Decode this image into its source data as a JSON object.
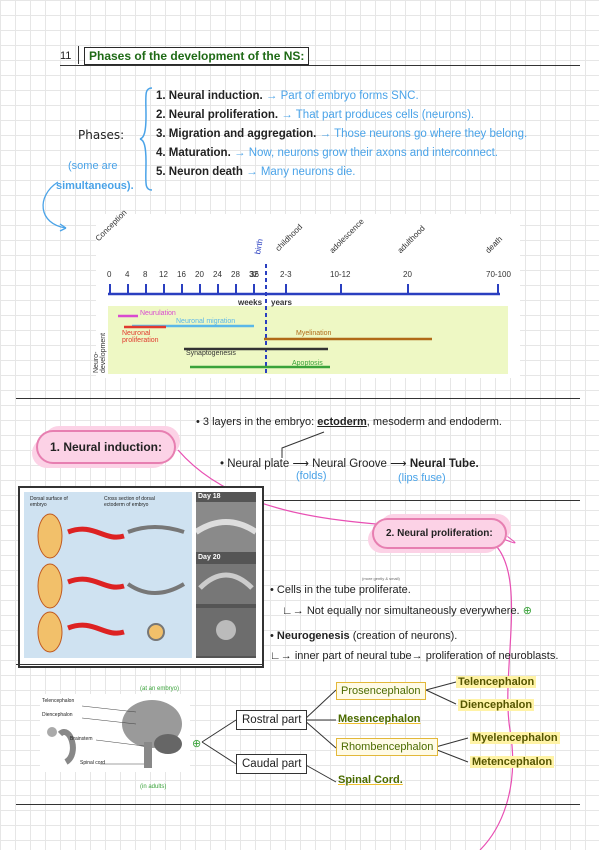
{
  "header": {
    "page_number": "11",
    "title": "Phases of the development of the NS:"
  },
  "phases": {
    "label": "Phases:",
    "note_line1": "(some are",
    "note_line2": "simultaneous).",
    "items": [
      {
        "num": "1.",
        "name": "Neural induction.",
        "arrow": "→",
        "desc": "Part of embryo forms SNC."
      },
      {
        "num": "2.",
        "name": "Neural proliferation.",
        "arrow": "→",
        "desc": "That part produces cells (neurons)."
      },
      {
        "num": "3.",
        "name": "Migration and aggregation.",
        "arrow": "→",
        "desc": "Those neurons go where they belong."
      },
      {
        "num": "4.",
        "name": "Maturation.",
        "arrow": "→",
        "desc": "Now, neurons grow their axons and interconnect."
      },
      {
        "num": "5.",
        "name": "Neuron death",
        "arrow": "→",
        "desc": "Many neurons die."
      }
    ]
  },
  "timeline": {
    "stages": [
      "Conception",
      "birth",
      "childhood",
      "adolescence",
      "adulthood",
      "death"
    ],
    "weeks_ticks": [
      "0",
      "4",
      "8",
      "12",
      "16",
      "20",
      "24",
      "28",
      "32",
      "36"
    ],
    "years_ticks": [
      "2-3",
      "10-12",
      "20",
      "70-100"
    ],
    "weeks_label": "weeks",
    "years_label": "years",
    "side_label": "Neuro-development",
    "bars": [
      {
        "name": "Neurulation",
        "color": "#d94bd0"
      },
      {
        "name": "Neuronal migration",
        "color": "#5ab7e8"
      },
      {
        "name": "Neuronal proliferation",
        "color": "#e03a2e"
      },
      {
        "name": "Myelination",
        "color": "#b06a18"
      },
      {
        "name": "Synaptogenesis",
        "color": "#333333"
      },
      {
        "name": "Apoptosis",
        "color": "#3aa33a"
      }
    ]
  },
  "induction": {
    "cloud_label": "1. Neural induction:",
    "bullet1_pre": "3 layers in the embryo:",
    "bullet1_key": "ectoderm",
    "bullet1_post": ", mesoderm and endoderm.",
    "flow_a": "Neural plate",
    "flow_b": "Neural Groove",
    "flow_c": "Neural Tube.",
    "note_folds": "(folds)",
    "note_lips": "(lips fuse)",
    "fig_day18": "Day 18",
    "fig_day20": "Day 20",
    "fig_left_h1": "Dorsal surface of embryo",
    "fig_left_h2": "Cross section of dorsal ectoderm of embryo"
  },
  "proliferation": {
    "cloud_label": "2. Neural proliferation:",
    "tiny_note": "(more gently & small)",
    "bullet1": "Cells in the tube proliferate.",
    "sub1": "Not equally nor simultaneously everywhere.",
    "bullet2_key": "Neurogenesis",
    "bullet2_rest": "(creation of neurons).",
    "sub2": "inner part of neural tube→ proliferation of neuroblasts."
  },
  "brain": {
    "fig_labels": [
      "Telencephalon",
      "Diencephalon",
      "Brainstem",
      "Spinal cord"
    ],
    "side_note_top": "(at an embryo)",
    "side_note_bottom": "(in adults)",
    "rostral": "Rostral part",
    "caudal": "Caudal part",
    "prosencephalon": "Prosencephalon",
    "mesencephalon": "Mesencephalon",
    "rhombencephalon": "Rhombencephalon",
    "spinal_cord": "Spinal Cord.",
    "telencephalon": "Telencephalon",
    "diencephalon": "Diencephalon",
    "myelencephalon": "Myelencephalon",
    "metencephalon": "Metencephalon"
  }
}
